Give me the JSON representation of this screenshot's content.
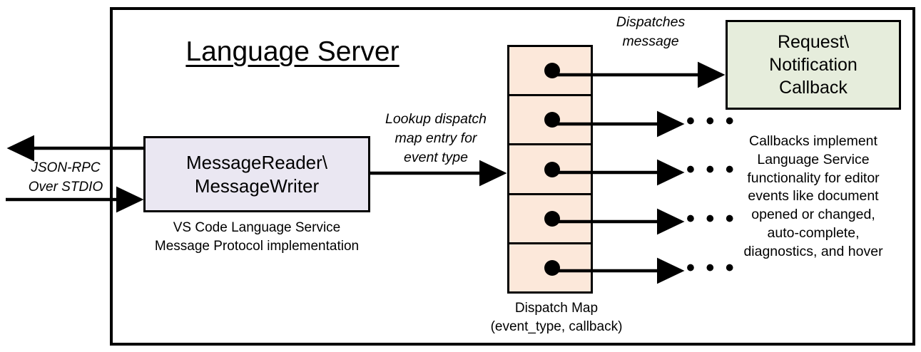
{
  "diagram": {
    "title": "Language Server",
    "frame_color": "#000000",
    "background": "#ffffff"
  },
  "left_io": {
    "label_line1": "JSON-RPC",
    "label_line2": "Over STDIO",
    "outbound_arrow": "arrow-left-out",
    "inbound_arrow": "arrow-right-in"
  },
  "message_node": {
    "line1": "MessageReader\\",
    "line2": "MessageWriter",
    "fill": "#EAE7F2",
    "caption_line1": "VS Code Language Service",
    "caption_line2": "Message Protocol implementation"
  },
  "lookup_edge": {
    "line1": "Lookup dispatch",
    "line2": "map entry for",
    "line3": "event type"
  },
  "dispatch_map": {
    "fill": "#FCE8DA",
    "caption_line1": "Dispatch Map",
    "caption_line2": "(event_type, callback)",
    "rows": [
      {
        "index": 1,
        "dot": "callback-dot",
        "target": "request-notification-callback"
      },
      {
        "index": 2,
        "dot": "callback-dot",
        "target": "..."
      },
      {
        "index": 3,
        "dot": "callback-dot",
        "target": "..."
      },
      {
        "index": 4,
        "dot": "callback-dot",
        "target": "..."
      },
      {
        "index": 5,
        "dot": "callback-dot",
        "target": "..."
      }
    ],
    "ellipsis": "• • •"
  },
  "dispatches_edge": {
    "line1": "Dispatches",
    "line2": "message"
  },
  "callback_node": {
    "line1": "Request\\",
    "line2": "Notification",
    "line3": "Callback",
    "fill": "#E6EDDC",
    "description_line1": "Callbacks implement",
    "description_line2": "Language Service",
    "description_line3": "functionality for editor",
    "description_line4": "events like document",
    "description_line5": "opened or changed,",
    "description_line6": "auto-complete,",
    "description_line7": "diagnostics, and hover"
  }
}
